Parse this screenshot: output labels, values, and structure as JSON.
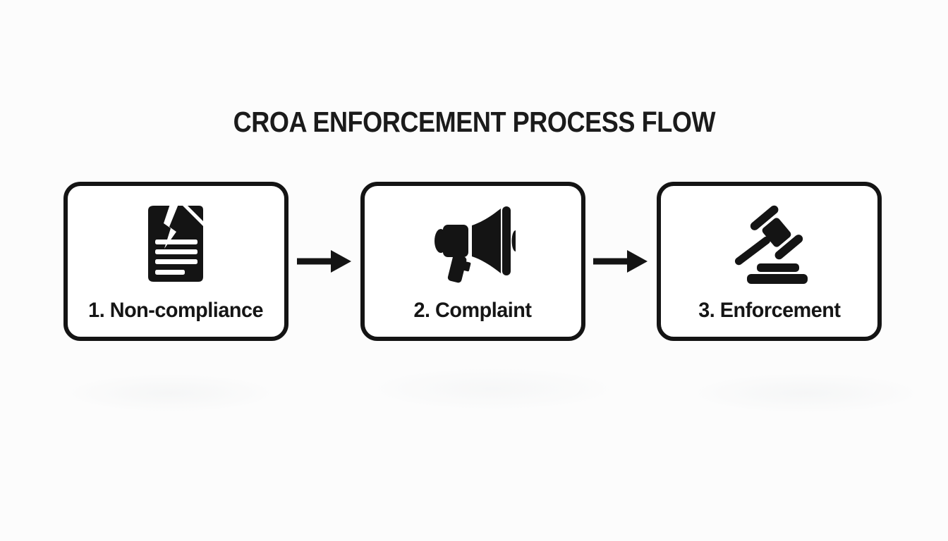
{
  "title": "CROA ENFORCEMENT PROCESS FLOW",
  "colors": {
    "ink": "#141414",
    "background": "#fcfcfc",
    "box_fill": "#ffffff"
  },
  "steps": [
    {
      "label": "1. Non-compliance",
      "icon": "broken-document-icon"
    },
    {
      "label": "2. Complaint",
      "icon": "megaphone-icon"
    },
    {
      "label": "3. Enforcement",
      "icon": "gavel-icon"
    }
  ],
  "connectors": [
    {
      "icon": "arrow-right-icon"
    },
    {
      "icon": "arrow-right-icon"
    }
  ]
}
